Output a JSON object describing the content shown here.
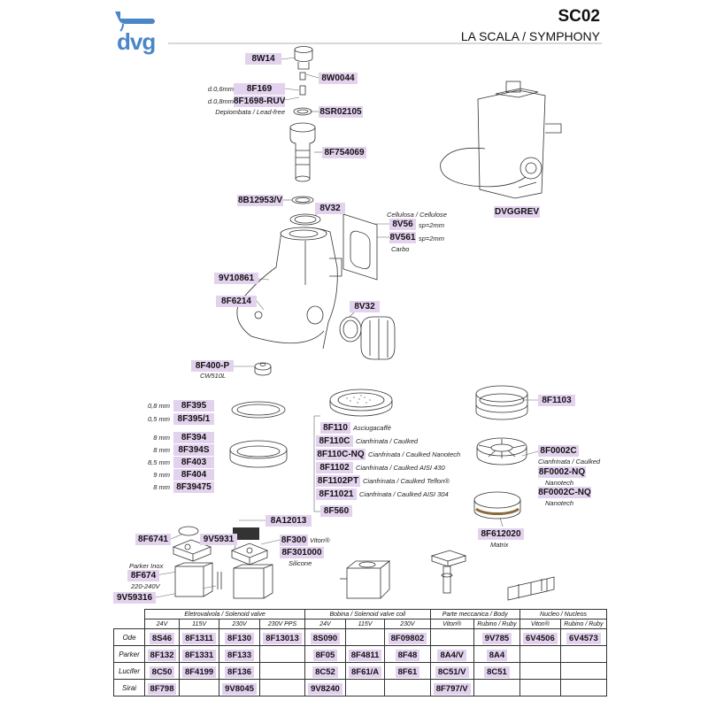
{
  "header": {
    "brand": "dvg",
    "model": "SC02",
    "machine": "LA SCALA / SYMPHONY"
  },
  "codes": {
    "c8W14": "8W14",
    "c8W0044": "8W0044",
    "c8F169": "8F169",
    "c8F1698": "8F1698-RUV",
    "c8SR02105": "8SR02105",
    "c8F754069": "8F754069",
    "c8B12953V": "8B12953/V",
    "c8V32a": "8V32",
    "c8V56": "8V56",
    "c8V561": "8V561",
    "c9V10861": "9V10861",
    "c8F6214": "8F6214",
    "c8V32b": "8V32",
    "c8F400P": "8F400-P",
    "cDVGGREV": "DVGGREV",
    "c8F395": "8F395",
    "c8F3951": "8F395/1",
    "c8F394": "8F394",
    "c8F394S": "8F394S",
    "c8F403": "8F403",
    "c8F404": "8F404",
    "c8F39475": "8F39475",
    "c8F110": "8F110",
    "c8F110C": "8F110C",
    "c8F110CNQ": "8F110C-NQ",
    "c8F1102": "8F1102",
    "c8F1102PT": "8F1102PT",
    "c8F11021": "8F11021",
    "c8F560": "8F560",
    "c8F1103": "8F1103",
    "c8F0002C": "8F0002C",
    "c8F0002NQ": "8F0002-NQ",
    "c8F0002CNQ": "8F0002C-NQ",
    "c8F612020": "8F612020",
    "c8A12013": "8A12013",
    "c8F6741": "8F6741",
    "c9V5931": "9V5931",
    "c8F300": "8F300",
    "c8F301000": "8F301000",
    "c8F674": "8F674",
    "c9V59316": "9V59316"
  },
  "notes": {
    "d06": "d.0,6mm",
    "d08": "d.0,8mm",
    "depiombata": "Depiombata / Lead-free",
    "cellulosa": "Cellulosa / Cellulose",
    "sp2a": "sp=2mm",
    "sp2b": "sp=2mm",
    "carbo": "Carbo",
    "cw510l": "CW510L",
    "mm08": "0,8 mm",
    "mm05": "0,5 mm",
    "mm8a": "8 mm",
    "mm8b": "8 mm",
    "mm85": "8,5 mm",
    "mm9": "9 mm",
    "mm8c": "8 mm",
    "asciugacaffe": "Asciugacaffè",
    "caulked": "Cianfrinata / Caulked",
    "caulkedNano": "Cianfrinata / Caulked Nanotech",
    "caulked430": "Cianfrinata / Caulked AISI 430",
    "caulkedTeflon": "Cianfrinata / Caulked Teflon®",
    "caulked304": "Cianfrinata / Caulked AISI 304",
    "caulkedR": "Cianfrinata / Caulked",
    "nanotech1": "Nanotech",
    "nanotech2": "Nanotech",
    "matrix": "Matrix",
    "viton": "Viton®",
    "silicone": "Silicone",
    "parkerInox": "Parker Inox",
    "v220": "220-240V"
  },
  "table": {
    "groups": [
      "Eletrovalvola / Solenoid valve",
      "Bobina / Solenoid valve coil",
      "Parte meccanica / Body",
      "Nucleo / Nucleos"
    ],
    "voltages": [
      "24V",
      "115V",
      "230V",
      "230V PPS",
      "24V",
      "115V",
      "230V",
      "Viton®",
      "Rubino / Ruby",
      "Viton®",
      "Rubino / Ruby"
    ],
    "rows": [
      {
        "name": "Ode",
        "cells": [
          "8S46",
          "8F1311",
          "8F130",
          "8F13013",
          "8S090",
          "",
          "8F09802",
          "",
          "9V785",
          "6V4506",
          "6V4573"
        ]
      },
      {
        "name": "Parker",
        "cells": [
          "8F132",
          "8F1331",
          "8F133",
          "",
          "8F05",
          "8F4811",
          "8F48",
          "8A4/V",
          "8A4",
          "",
          ""
        ]
      },
      {
        "name": "Lucifer",
        "cells": [
          "8C50",
          "8F4199",
          "8F136",
          "",
          "8C52",
          "8F61/A",
          "8F61",
          "8C51/V",
          "8C51",
          "",
          ""
        ]
      },
      {
        "name": "Sirai",
        "cells": [
          "8F798",
          "",
          "9V8045",
          "",
          "9V8240",
          "",
          "",
          "8F797/V",
          "",
          "",
          ""
        ]
      }
    ]
  }
}
